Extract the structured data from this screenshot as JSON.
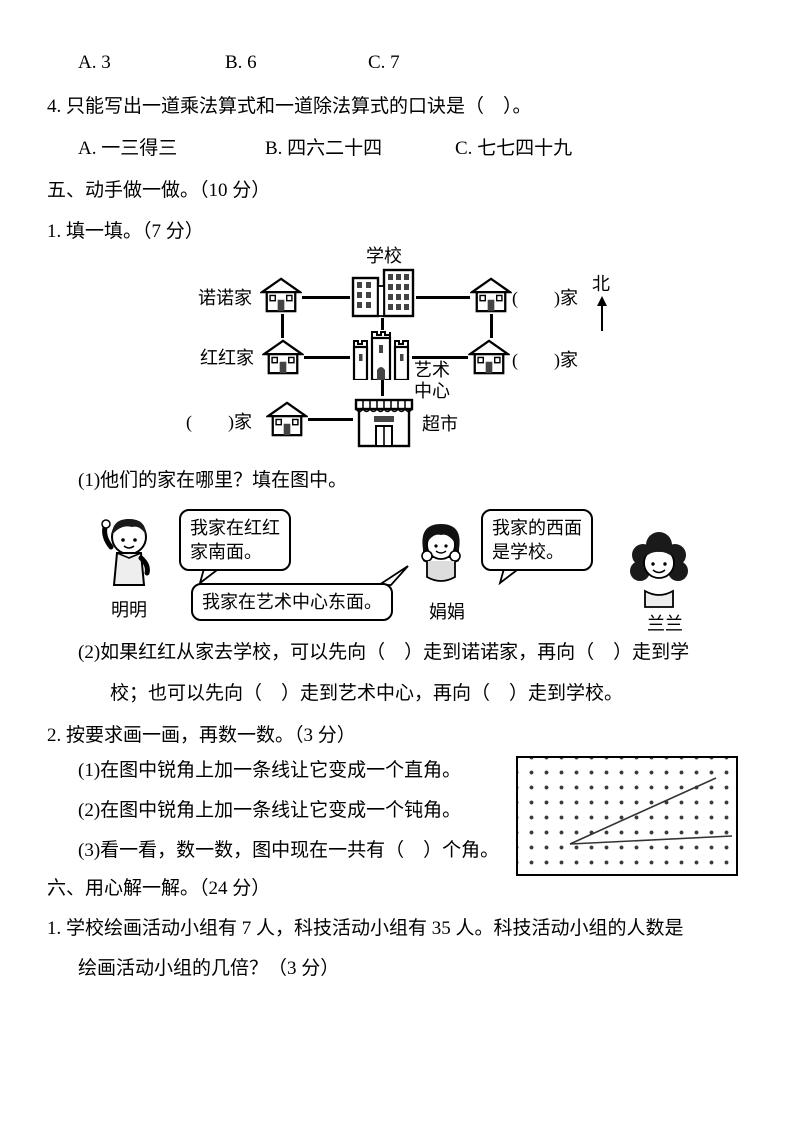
{
  "colors": {
    "ink": "#000000",
    "paper": "#ffffff"
  },
  "q3": {
    "options": [
      "A. 3",
      "B. 6",
      "C. 7"
    ]
  },
  "q4": {
    "stem": "4. 只能写出一道乘法算式和一道除法算式的口诀是（　）。",
    "options": [
      "A. 一三得三",
      "B. 四六二十四",
      "C. 七七四十九"
    ]
  },
  "section5": {
    "title": "五、动手做一做。（10 分）",
    "q1": {
      "stem": "1. 填一填。（7 分）",
      "map": {
        "school": "学校",
        "nuonuo_home": "诺诺家",
        "honghong_home": "红红家",
        "blank_home_northeast": "(　　)家",
        "blank_home_east": "(　　)家",
        "blank_home_southwest": "(　　)家",
        "art_center": "艺术\n中心",
        "supermarket": "超市",
        "north": "北"
      },
      "sub1": "(1)他们的家在哪里？填在图中。",
      "dialog": {
        "mingming": "明明",
        "juanjuan": "娟娟",
        "lanlan": "兰兰",
        "bubble_mingming": "我家在红红\n家南面。",
        "bubble_middle": "我家在艺术中心东面。",
        "bubble_right": "我家的西面\n是学校。"
      },
      "sub2_line1": "(2)如果红红从家去学校，可以先向（　）走到诺诺家，再向（　）走到学",
      "sub2_line2": "校；也可以先向（　）走到艺术中心，再向（　）走到学校。"
    },
    "q2": {
      "stem": "2. 按要求画一画，再数一数。（3 分）",
      "sub1": "(1)在图中锐角上加一条线让它变成一个直角。",
      "sub2": "(2)在图中锐角上加一条线让它变成一个钝角。",
      "sub3": "(3)看一看，数一数，图中现在一共有（　）个角。"
    }
  },
  "section6": {
    "title": "六、用心解一解。（24 分）",
    "q1_line1": "1. 学校绘画活动小组有 7 人，科技活动小组有 35 人。科技活动小组的人数是",
    "q1_line2": "绘画活动小组的几倍？（3 分）"
  }
}
